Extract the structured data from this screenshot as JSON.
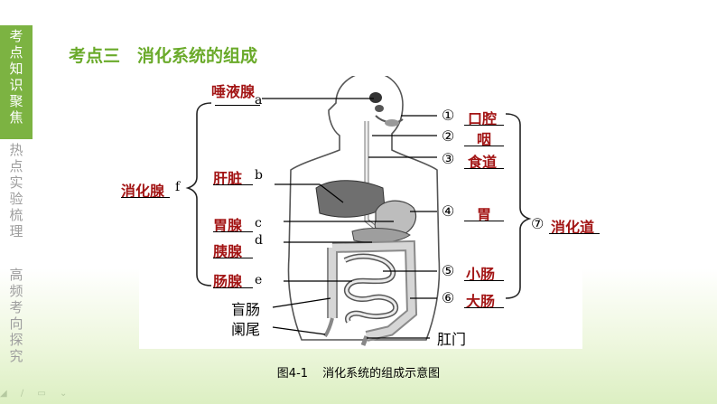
{
  "sidebar": {
    "sections": [
      {
        "label": "考点知识聚焦",
        "chars": [
          "考",
          "点",
          "知",
          "识",
          "聚",
          "焦"
        ]
      },
      {
        "label": "热点实验梳理",
        "chars": [
          "热",
          "点",
          "实",
          "验",
          "梳",
          "理"
        ]
      },
      {
        "label": "高频考向探究",
        "chars": [
          "高",
          "频",
          "考",
          "向",
          "探",
          "究"
        ]
      }
    ]
  },
  "title": "考点三　消化系统的组成",
  "figure": {
    "left_labels": {
      "salivary": "唾液腺",
      "a": "a",
      "liver": "肝脏",
      "b": "b",
      "gastric": "胃腺",
      "c": "c",
      "pancreas": "胰腺",
      "d": "d",
      "intestinal": "肠腺",
      "e": "e",
      "glands": "消化腺",
      "f": "f",
      "cecum": "盲肠",
      "appendix": "阑尾"
    },
    "right_labels": {
      "n1": "①",
      "mouth": "口腔",
      "n2": "②",
      "pharynx": "咽",
      "n3": "③",
      "esophagus": "食道",
      "n4": "④",
      "stomach": "胃",
      "n5": "⑤",
      "small_int": "小肠",
      "n6": "⑥",
      "large_int": "大肠",
      "n7": "⑦",
      "tract": "消化道",
      "anus": "肛门"
    }
  },
  "caption": {
    "fig_no": "图4-1",
    "text": "消化系统的组成示意图"
  },
  "colors": {
    "accent": "#7cb342",
    "answer": "#a31515",
    "title": "#6aaa2a"
  }
}
